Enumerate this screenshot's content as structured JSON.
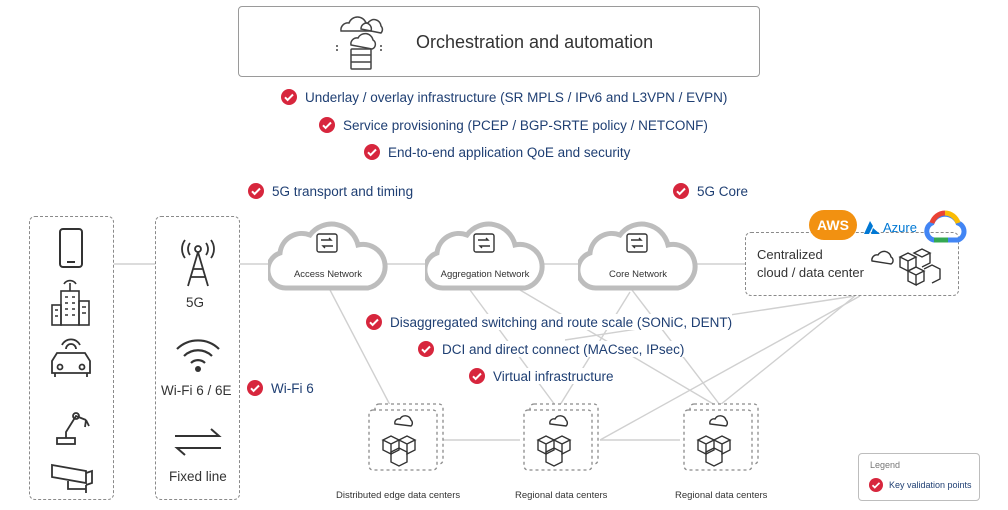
{
  "header": {
    "title": "Orchestration and automation"
  },
  "validation_points": {
    "underlay": "Underlay / overlay infrastructure (SR MPLS / IPv6 and L3VPN / EVPN)",
    "service": "Service provisioning (PCEP / BGP-SRTE policy / NETCONF)",
    "qoe": "End-to-end application QoE and security",
    "transport": "5G transport and timing",
    "core": "5G Core",
    "switching": "Disaggregated switching and route scale (SONiC, DENT)",
    "dci": "DCI and direct connect (MACsec, IPsec)",
    "virtual": "Virtual infrastructure",
    "wifi": "Wi-Fi 6"
  },
  "access": {
    "g5": "5G",
    "wifi": "Wi-Fi 6 / 6E",
    "fixed": "Fixed line"
  },
  "networks": {
    "access": "Access Network",
    "aggregation": "Aggregation Network",
    "core": "Core Network"
  },
  "cloud": {
    "line1": "Centralized",
    "line2": "cloud / data center",
    "aws": "AWS",
    "azure": "Azure"
  },
  "data_centers": {
    "edge": "Distributed edge data centers",
    "regional1": "Regional data centers",
    "regional2": "Regional data centers"
  },
  "legend": {
    "title": "Legend",
    "item": "Key validation points"
  },
  "colors": {
    "check": "#d7263d",
    "text_blue": "#1f3f73",
    "line": "#c8c8c8",
    "aws": "#f29111",
    "azure": "#0078d4"
  },
  "icons": [
    "cloud-server-icon",
    "check-icon",
    "smartphone-icon",
    "building-icon",
    "car-icon",
    "robot-arm-icon",
    "camera-icon",
    "cell-tower-icon",
    "wifi-icon",
    "arrows-icon",
    "router-icon",
    "server-cube-icon",
    "google-cloud-icon"
  ]
}
